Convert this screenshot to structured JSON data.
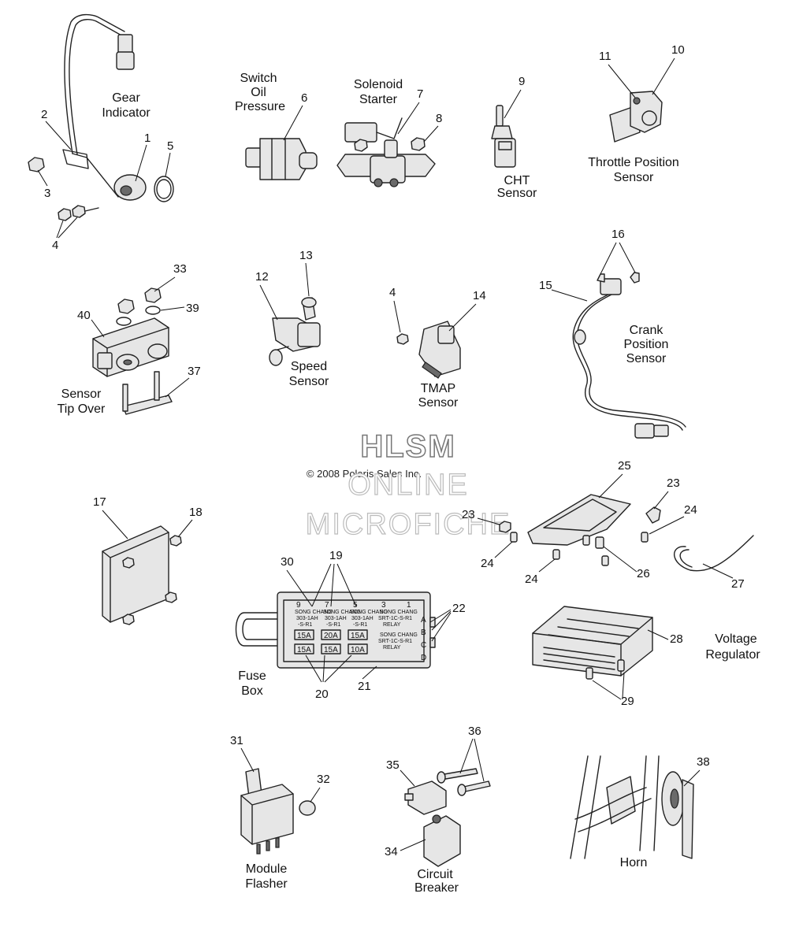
{
  "labels": {
    "gear_indicator": [
      "Gear",
      "Indicator"
    ],
    "switch_oil_pressure": [
      "Switch",
      "Oil",
      "Pressure"
    ],
    "solenoid_starter": [
      "Solenoid",
      "Starter"
    ],
    "cht_sensor": [
      "CHT",
      "Sensor"
    ],
    "throttle_position_sensor": [
      "Throttle Position",
      "Sensor"
    ],
    "speed_sensor": [
      "Speed",
      "Sensor"
    ],
    "tmap_sensor": [
      "TMAP",
      "Sensor"
    ],
    "crank_position_sensor": [
      "Crank",
      "Position",
      "Sensor"
    ],
    "sensor_tip_over": [
      "Sensor",
      "Tip Over"
    ],
    "fuse_box": [
      "Fuse",
      "Box"
    ],
    "voltage_regulator": [
      "Voltage",
      "Regulator"
    ],
    "module_flasher": [
      "Module",
      "Flasher"
    ],
    "circuit_breaker": [
      "Circuit",
      "Breaker"
    ],
    "horn": [
      "Horn"
    ]
  },
  "callouts": [
    "1",
    "2",
    "3",
    "4",
    "5",
    "6",
    "7",
    "8",
    "9",
    "10",
    "11",
    "12",
    "13",
    "4",
    "14",
    "15",
    "16",
    "33",
    "39",
    "40",
    "37",
    "17",
    "18",
    "25",
    "23",
    "23",
    "24",
    "24",
    "24",
    "26",
    "27",
    "30",
    "19",
    "22",
    "28",
    "20",
    "21",
    "29",
    "31",
    "32",
    "35",
    "36",
    "34",
    "38"
  ],
  "watermark": {
    "line1": "HLSM",
    "copyright": "© 2008 Polaris Sales Inc.",
    "line2": "ONLINE",
    "line3": "MICROFICHE"
  },
  "fuse_box": {
    "slot_numbers": [
      "9",
      "7",
      "5",
      "3",
      "1"
    ],
    "row_letters": [
      "A",
      "B",
      "C",
      "D"
    ],
    "relay_text": [
      "SONG CHANG",
      "303-1AH",
      "-S-R1"
    ],
    "relay_text_right": [
      "SONG CHANG",
      "SRT-1C-S-R1",
      "RELAY"
    ],
    "fuse_values": [
      "15A",
      "20A",
      "15A",
      "15A",
      "15A",
      "10A"
    ]
  }
}
